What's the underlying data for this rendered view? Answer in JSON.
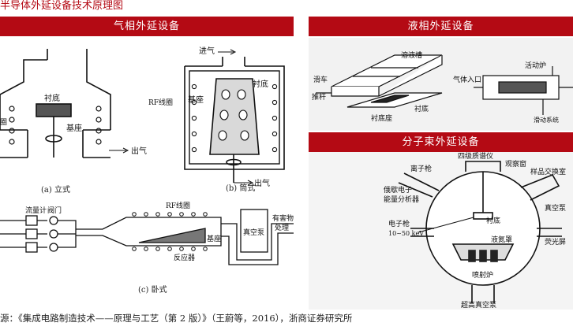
{
  "page_title": "半导体外延设备技术原理图",
  "sections": {
    "vapor": "气相外延设备",
    "liquid": "液相外延设备",
    "mbe": "分子束外延设备"
  },
  "vertical": {
    "substrate": "衬底",
    "base": "基座",
    "coil": "圈",
    "outlet": "出气",
    "caption": "(a) 立式"
  },
  "barrel": {
    "inlet": "进气",
    "coil": "RF线圈",
    "base": "基座",
    "substrate": "衬底",
    "outlet": "出气",
    "caption": "(b) 筒式"
  },
  "horizontal": {
    "flowmeter": "流量计",
    "valve": "阀门",
    "coil": "RF线圈",
    "base": "基座",
    "reactor": "反应器",
    "pump": "真空泵",
    "exhaust_1": "有害物",
    "exhaust_2": "处理",
    "caption": "(c) 卧式"
  },
  "lpe": {
    "tank": "溶液槽",
    "slider": "滑车",
    "rod": "推杆",
    "substrate": "衬底",
    "holder": "衬底座",
    "piston": "活动炉",
    "gas_inlet": "气体入口",
    "slide_system": "滑动系统"
  },
  "mbe": {
    "quad": "四级质谱仪",
    "window": "观察窗",
    "exchange": "样品交换室",
    "ion_gun": "离子枪",
    "auger_1": "俄歇电子",
    "auger_2": "能量分析器",
    "vacuum_pump": "真空泵",
    "e_gun": "电子枪",
    "e_energy": "10~50 keV",
    "substrate": "衬底",
    "ln2": "液氮罩",
    "screen": "荧光屏",
    "effusion": "喷射炉",
    "uhv_pump": "超高真空泵"
  },
  "source": "源：《集成电路制造技术——原理与工艺（第 2 版）》（王蔚等，2016），浙商证券研究所"
}
